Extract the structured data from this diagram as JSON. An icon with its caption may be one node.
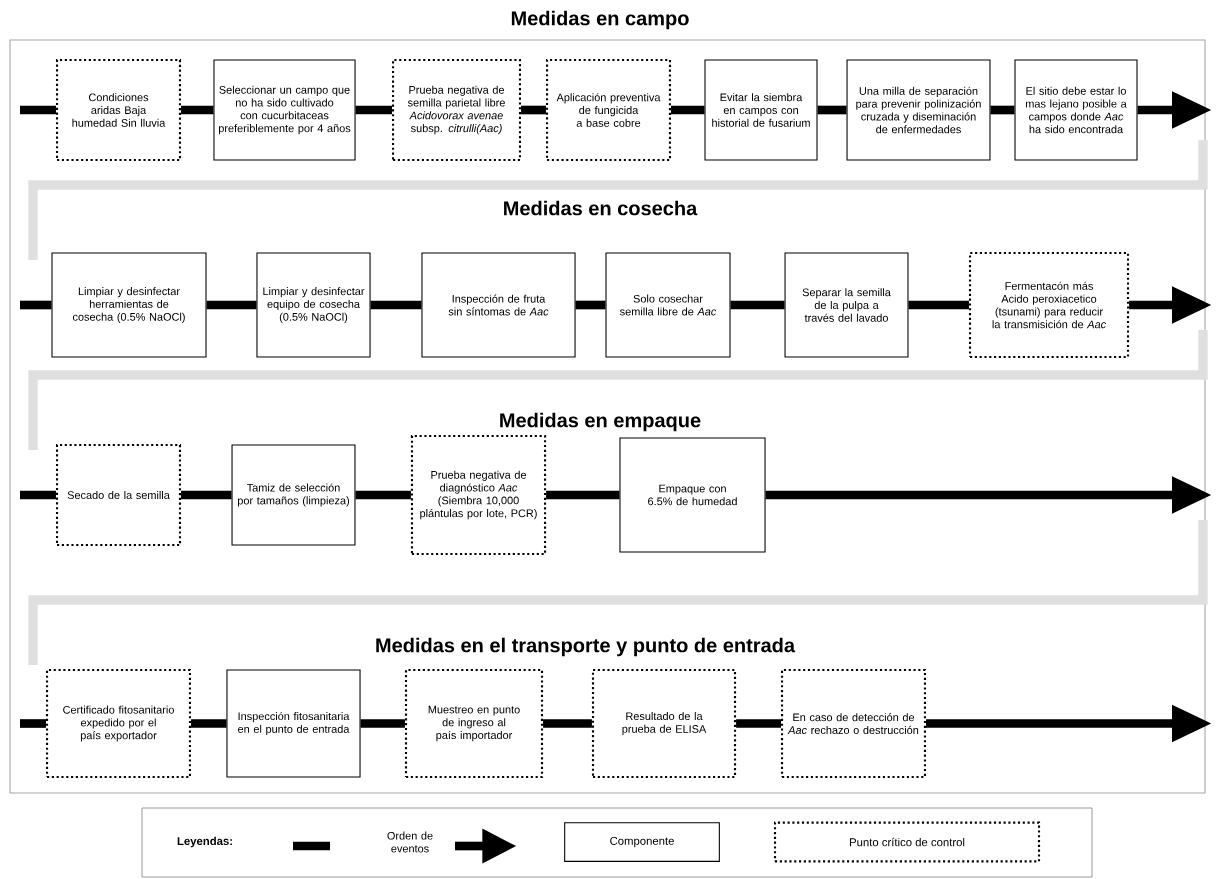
{
  "diagram": {
    "nodes": [
      {
        "text": [
          "Condiciones aridas Baja humedad Sin lluvia"
        ]
      },
      {
        "text": [
          "Seleccionar un campo que no ha sido cultivado con cucurbitaceas preferiblemente por 4 años"
        ]
      },
      {
        "text": [
          "Prueba negativa de semilla parietal libre *Acidovorax avenae* subsp. *citrulli(Aac)*"
        ]
      },
      {
        "text": [
          "Aplicación preventiva de fungicida a base cobre"
        ]
      },
      {
        "text": [
          "Evitar la siembra en campos con historial de fusarium"
        ]
      },
      {
        "text": [
          "Una milla de separación para prevenir polinización cruzada y diseminación de enfermedades"
        ]
      },
      {
        "text": [
          "El sitio debe estar lo mas lejano posible a campos donde *Aac* ha sido encontrada"
        ]
      },
      {
        "text": [
          "Limpiar y desinfectar herramientas de cosecha (0.5% NaOCl)"
        ]
      },
      {
        "text": [
          "Limpiar y desinfectar equipo de cosecha (0.5% NaOCl)"
        ]
      },
      {
        "text": [
          "Inspección de fruta sin síntomas de *Aac*"
        ]
      },
      {
        "text": [
          "Solo cosechar semilla libre de *Aac*"
        ]
      },
      {
        "text": [
          "Separar la semilla de la pulpa a través del lavado"
        ]
      },
      {
        "text": [
          "Fermentacón más Acido peroxiacetico (tsunami) para reducir la transmisición de *Aac*"
        ]
      },
      {
        "text": [
          "Secado de la semilla"
        ]
      },
      {
        "text": [
          "Tamiz de selección por tamaños (limpieza)"
        ]
      },
      {
        "text": [
          "Prueba negativa de diagnóstico *Aac* (Siembra 10,000 plántulas por lote, PCR)"
        ]
      },
      {
        "text": [
          "Empaque con 6.5% de humedad"
        ]
      },
      {
        "text": [
          "Certificado fitosanitario expedido por el país exportador"
        ]
      },
      {
        "text": [
          "Inspección fitosanitaria en el punto de entrada"
        ]
      },
      {
        "text": [
          "Muestreo en punto de ingreso al país importador"
        ]
      },
      {
        "text": [
          "Resultado de la prueba de ELISA"
        ]
      },
      {
        "text": [
          "En caso de detección de *Aac* rechazo o destrucción"
        ]
      }
    ],
    "edges": [
      {
        "from": null,
        "to": 0,
        "arrow": "none"
      },
      {
        "from": 0,
        "to": 1,
        "arrow": "none"
      },
      {
        "from": 1,
        "to": 2,
        "arrow": "none"
      },
      {
        "from": 2,
        "to": 3,
        "arrow": "none"
      },
      {
        "from": 3,
        "to": 4,
        "arrow": "none"
      },
      {
        "from": 4,
        "to": 5,
        "arrow": "none"
      },
      {
        "from": 5,
        "to": 6,
        "arrow": "none"
      },
      {
        "from": 6,
        "to": null,
        "arrow": "to"
      },
      {
        "from": null,
        "to": 7,
        "arrow": "none"
      },
      {
        "from": 7,
        "to": 8,
        "arrow": "none"
      },
      {
        "from": 8,
        "to": 9,
        "arrow": "none"
      },
      {
        "from": 9,
        "to": 10,
        "arrow": "none"
      },
      {
        "from": 10,
        "to": 11,
        "arrow": "none"
      },
      {
        "from": 11,
        "to": 12,
        "arrow": "none"
      },
      {
        "from": 12,
        "to": null,
        "arrow": "to"
      },
      {
        "from": null,
        "to": 13,
        "arrow": "none"
      },
      {
        "from": 13,
        "to": 14,
        "arrow": "none"
      },
      {
        "from": 14,
        "to": 15,
        "arrow": "none"
      },
      {
        "from": 15,
        "to": 16,
        "arrow": "none"
      },
      {
        "from": 16,
        "to": null,
        "arrow": "to"
      },
      {
        "from": null,
        "to": 17,
        "arrow": "none"
      },
      {
        "from": 17,
        "to": 18,
        "arrow": "none"
      },
      {
        "from": 18,
        "to": 19,
        "arrow": "none"
      },
      {
        "from": 19,
        "to": 20,
        "arrow": "none"
      },
      {
        "from": 20,
        "to": 21,
        "arrow": "none"
      },
      {
        "from": 21,
        "to": null,
        "arrow": "to"
      }
    ],
    "labels": [
      "Medidas en campo",
      "Medidas en cosecha",
      "Medidas en empaque",
      "Medidas en el transporte y punto de entrada",
      "Leyendas:"
    ],
    "legend": [
      {
        "text": "Orden de eventos"
      },
      {
        "text": "Componente"
      },
      {
        "text": "Punto crítico de control"
      }
    ]
  }
}
